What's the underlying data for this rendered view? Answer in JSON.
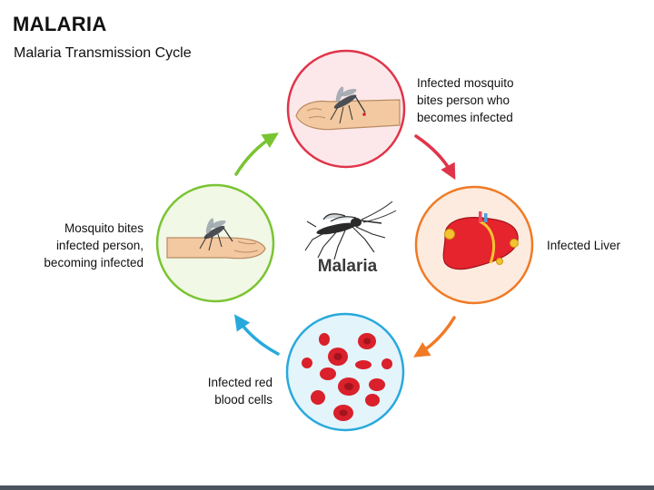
{
  "title": "MALARIA",
  "subtitle": "Malaria Transmission Cycle",
  "center_label": "Malaria",
  "stages": [
    {
      "lines": [
        "Infected mosquito",
        "bites person who",
        "becomes infected"
      ],
      "ring_color": "#e0344a"
    },
    {
      "lines": [
        "Infected Liver"
      ],
      "ring_color": "#f07a25"
    },
    {
      "lines": [
        "Infected red",
        "blood cells"
      ],
      "ring_color": "#28a9dc"
    },
    {
      "lines": [
        "Mosquito bites",
        "infected person,",
        "becoming infected"
      ],
      "ring_color": "#79c431"
    }
  ],
  "arrow_colors": [
    "#e0344a",
    "#f07a25",
    "#28a9dc",
    "#79c431"
  ],
  "icons": [
    "arm-mosquito-icon",
    "liver-icon",
    "red-blood-cells-icon",
    "arm-mosquito-icon",
    "mosquito-icon"
  ]
}
